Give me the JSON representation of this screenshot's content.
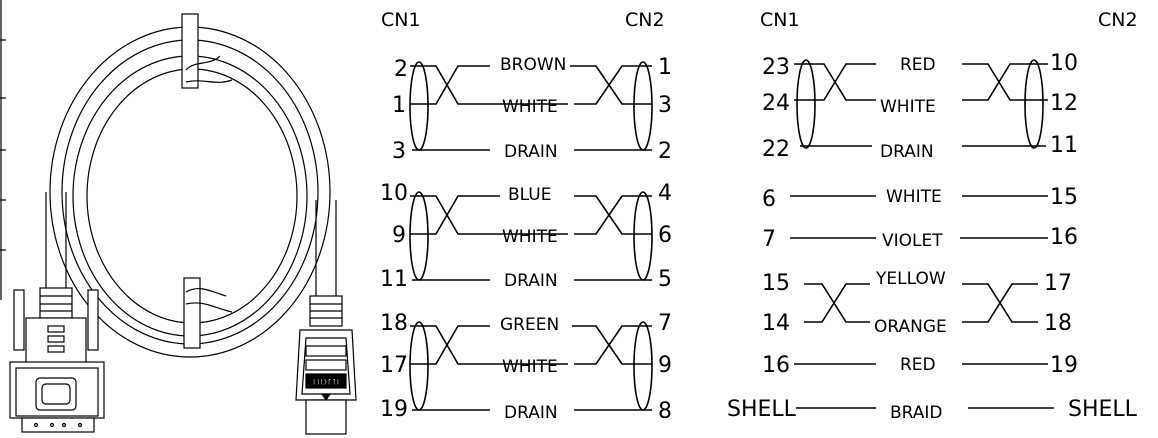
{
  "left_table": {
    "header_left": "CN1",
    "header_right": "CN2",
    "groups": [
      {
        "rows": [
          {
            "cn1": "2",
            "label": "BROWN",
            "cn2": "1"
          },
          {
            "cn1": "1",
            "label": "WHITE",
            "cn2": "3"
          },
          {
            "cn1": "3",
            "label": "DRAIN",
            "cn2": "2"
          }
        ]
      },
      {
        "rows": [
          {
            "cn1": "10",
            "label": "BLUE",
            "cn2": "4"
          },
          {
            "cn1": "9",
            "label": "WHITE",
            "cn2": "6"
          },
          {
            "cn1": "11",
            "label": "DRAIN",
            "cn2": "5"
          }
        ]
      },
      {
        "rows": [
          {
            "cn1": "18",
            "label": "GREEN",
            "cn2": "7"
          },
          {
            "cn1": "17",
            "label": "WHITE",
            "cn2": "9"
          },
          {
            "cn1": "19",
            "label": "DRAIN",
            "cn2": "8"
          }
        ]
      }
    ]
  },
  "right_table": {
    "header_left": "CN1",
    "header_right": "CN2",
    "shielded": [
      {
        "cn1": "23",
        "label": "RED",
        "cn2": "10"
      },
      {
        "cn1": "24",
        "label": "WHITE",
        "cn2": "12"
      },
      {
        "cn1": "22",
        "label": "DRAIN",
        "cn2": "11"
      }
    ],
    "straight": [
      {
        "cn1": "6",
        "label": "WHITE",
        "cn2": "15"
      },
      {
        "cn1": "7",
        "label": "VIOLET",
        "cn2": "16"
      }
    ],
    "twisted": [
      {
        "cn1": "15",
        "label": "YELLOW",
        "cn2": "17"
      },
      {
        "cn1": "14",
        "label": "ORANGE",
        "cn2": "18"
      }
    ],
    "straight2": [
      {
        "cn1": "16",
        "label": "RED",
        "cn2": "19"
      },
      {
        "cn1": "SHELL",
        "label": "BRAID",
        "cn2": "SHELL"
      }
    ]
  },
  "connector_badge": "HDMI"
}
